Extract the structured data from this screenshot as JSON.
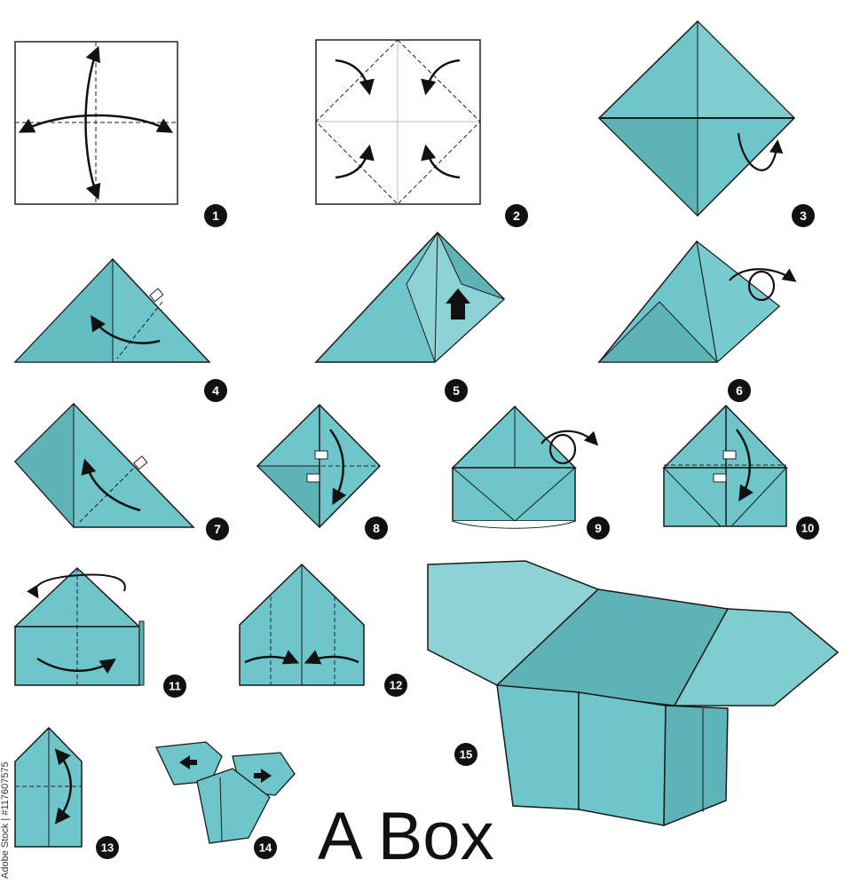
{
  "title": "A Box",
  "steps": [
    {
      "number": "1"
    },
    {
      "number": "2"
    },
    {
      "number": "3"
    },
    {
      "number": "4"
    },
    {
      "number": "5"
    },
    {
      "number": "6"
    },
    {
      "number": "7"
    },
    {
      "number": "8"
    },
    {
      "number": "9"
    },
    {
      "number": "10"
    },
    {
      "number": "11"
    },
    {
      "number": "12"
    },
    {
      "number": "13"
    },
    {
      "number": "14"
    },
    {
      "number": "15"
    }
  ],
  "side_credit": "Adobe Stock | #117607575",
  "colors": {
    "paper_main": "#6ec6ca",
    "paper_light": "#8dd3d6",
    "paper_dark": "#5eb3b7",
    "outline": "#1a1a1a"
  }
}
